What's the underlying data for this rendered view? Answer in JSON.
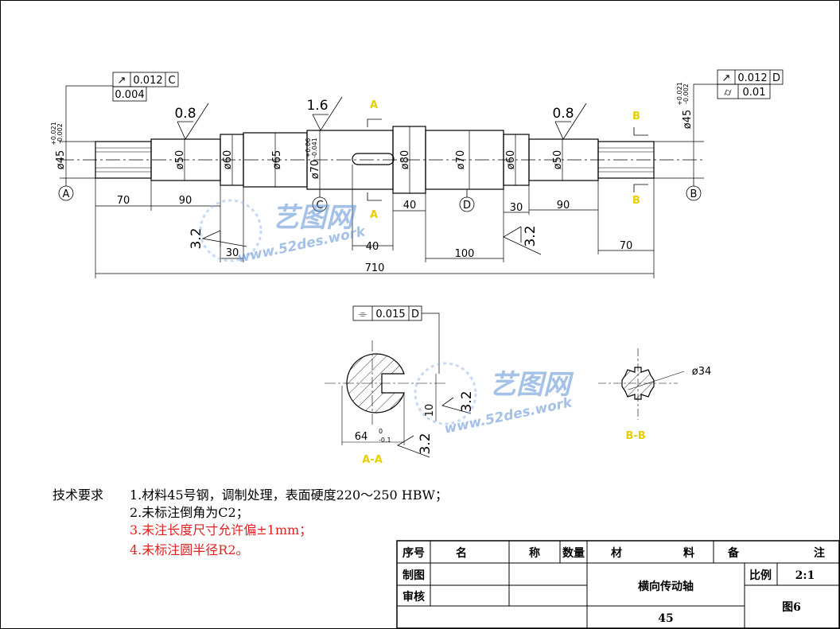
{
  "drawing": {
    "gdt_left": {
      "symbol": "↗",
      "tol": "0.012",
      "datum": "C",
      "sub": "0.004"
    },
    "gdt_right_1": {
      "symbol": "↗",
      "tol": "0.012",
      "datum": "D"
    },
    "gdt_right_2": {
      "symbol": "⌭",
      "tol": "0.01"
    },
    "gdt_section": {
      "symbol": "⌯",
      "tol": "0.015",
      "datum": "D"
    },
    "datums": {
      "a": "A",
      "b": "B",
      "c": "C",
      "d": "D"
    },
    "section_marks": {
      "a_top": "A",
      "a_bot": "A",
      "b_top": "B",
      "b_bot": "B"
    },
    "roughness": {
      "r1": "0.8",
      "r2": "1.6",
      "r3": "0.8",
      "r4": "3.2",
      "r5": "3.2",
      "r6": "3.2",
      "r7": "3.2"
    },
    "diameters": {
      "d45_left": "ø45",
      "d45_left_tol_up": "+0.021",
      "d45_left_tol_dn": "-0.002",
      "d50_left": "ø50",
      "d60_left": "ø60",
      "d65": "ø65",
      "d70_left": "ø70",
      "d70_tol_up": "+0.06",
      "d70_tol_dn": "-0.041",
      "d80": "ø80",
      "d70_right": "ø70",
      "d60_right": "ø60",
      "d50_right": "ø50",
      "d45_right": "ø45",
      "d45_right_tol_up": "+0.021",
      "d45_right_tol_dn": "-0.002",
      "d34": "ø34"
    },
    "lengths": {
      "l70_left": "70",
      "l90_left": "90",
      "l30_left": "30",
      "l40_a": "40",
      "l40_b": "40",
      "l100": "100",
      "l30_right": "30",
      "l90_right": "90",
      "l70_right": "70",
      "l710": "710",
      "key_depth": "64",
      "key_depth_tol": "0",
      "key_depth_tol2": "-0.1",
      "key_width": "10"
    },
    "section_labels": {
      "aa": "A-A",
      "bb": "B-B"
    }
  },
  "notes": {
    "heading": "技术要求",
    "items": [
      "1.材料45号钢，调制处理，表面硬度220～250 HBW；",
      "2.未标注倒角为C2；",
      "3.未注长度尺寸允许偏±1mm；",
      "4.未标注圆半径R2。"
    ],
    "red_color": "#e02020"
  },
  "title_block": {
    "h_seq": "序号",
    "h_name1": "名",
    "h_name2": "称",
    "h_qty": "数量",
    "h_mat1": "材",
    "h_mat2": "料",
    "h_rem1": "备",
    "h_rem2": "注",
    "row_draw": "制图",
    "row_check": "审核",
    "part_name": "横向传动轴",
    "scale_label": "比例",
    "scale_value": "2:1",
    "material": "45",
    "drawing_no": "图6"
  },
  "watermark": {
    "brand": "艺图网",
    "url": "www.52des.work",
    "color": "#5b8fd6"
  }
}
